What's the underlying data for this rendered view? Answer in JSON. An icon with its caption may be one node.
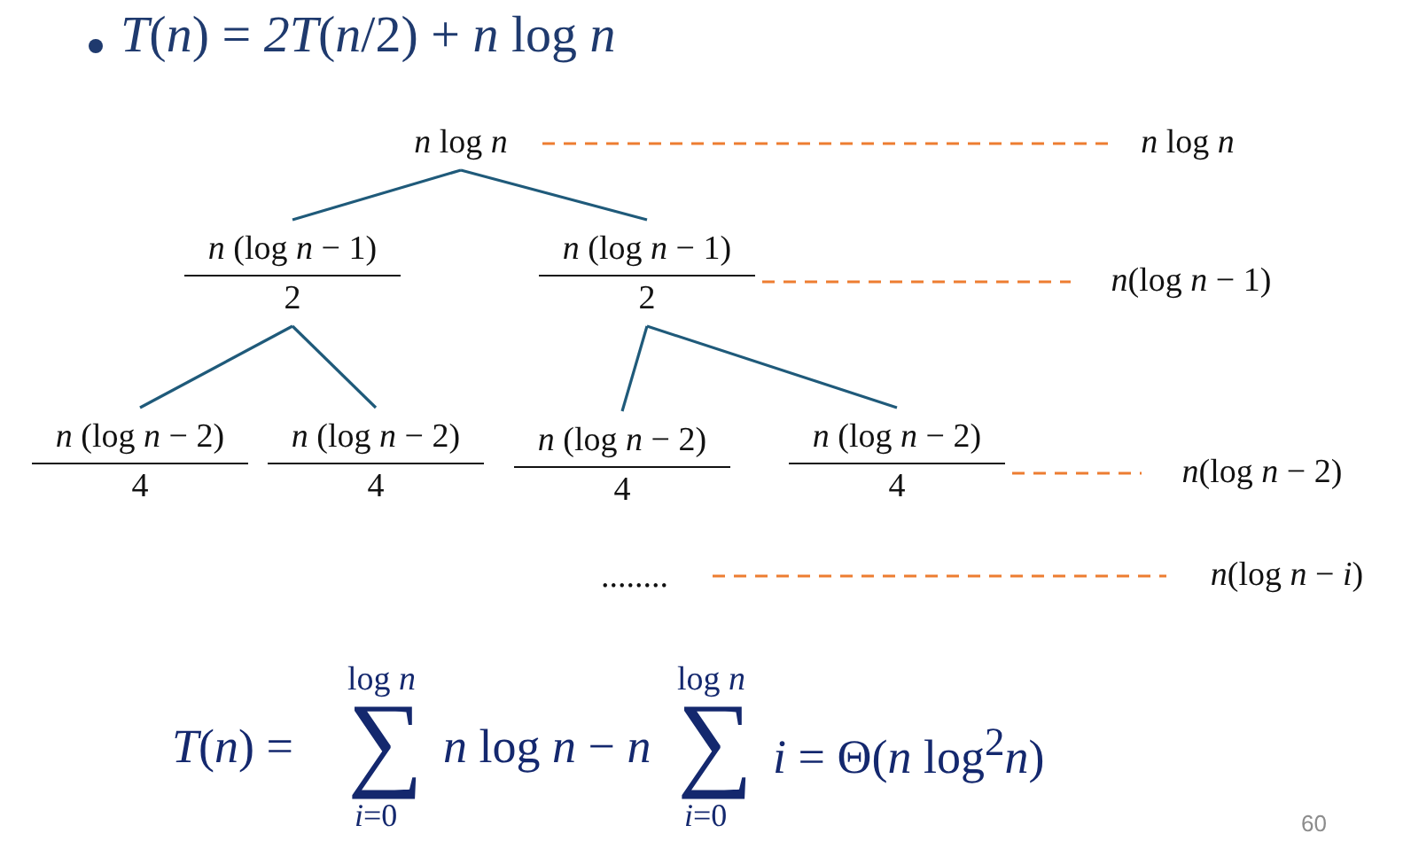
{
  "diagram": {
    "title": "*T*(*n*) = *2T*(*n*/2) + *n* log *n*",
    "nodes": [
      {
        "text": [
          "*n* log *n*"
        ]
      },
      {
        "text": [
          "*n* (log *n* − 1)",
          "2"
        ]
      },
      {
        "text": [
          "*n* (log *n* − 1)",
          "2"
        ]
      },
      {
        "text": [
          "*n* (log *n* − 2)",
          "4"
        ]
      },
      {
        "text": [
          "*n* (log *n* − 2)",
          "4"
        ]
      },
      {
        "text": [
          "*n* (log *n* − 2)",
          "4"
        ]
      },
      {
        "text": [
          "*n* (log *n* − 2)",
          "4"
        ]
      },
      {
        "text": [
          "........"
        ]
      },
      {
        "text": [
          "*n* log *n*"
        ]
      },
      {
        "text": [
          "*n*(log *n* − 1)"
        ]
      },
      {
        "text": [
          "*n*(log *n* − 2)"
        ]
      },
      {
        "text": [
          "*n*(log *n* − *i*)"
        ]
      }
    ],
    "edges": [
      {
        "from": 0,
        "to": 1,
        "arrow": "none"
      },
      {
        "from": 0,
        "to": 2,
        "arrow": "none"
      },
      {
        "from": 1,
        "to": 3,
        "arrow": "none"
      },
      {
        "from": 1,
        "to": 4,
        "arrow": "none"
      },
      {
        "from": 2,
        "to": 5,
        "arrow": "none"
      },
      {
        "from": 2,
        "to": 6,
        "arrow": "none"
      },
      {
        "from": 0,
        "to": 8,
        "arrow": "none",
        "style": "dashed",
        "color": "#ed7d31"
      },
      {
        "from": 2,
        "to": 9,
        "arrow": "none",
        "style": "dashed",
        "color": "#ed7d31"
      },
      {
        "from": 6,
        "to": 10,
        "arrow": "none",
        "style": "dashed",
        "color": "#ed7d31"
      },
      {
        "from": 7,
        "to": 11,
        "arrow": "none",
        "style": "dashed",
        "color": "#ed7d31"
      }
    ],
    "labels": [
      "*T*(*n*) =",
      "log *n*",
      "∑",
      "*i*=0",
      "*n* log *n* − *n*",
      "log *n*",
      "∑",
      "*i*=0",
      "*i* = Θ(*n* log$^{2}$*n*)",
      "60"
    ]
  }
}
